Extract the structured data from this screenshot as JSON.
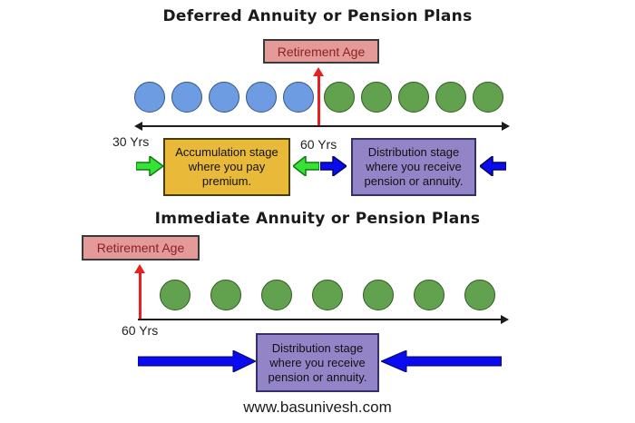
{
  "footer": {
    "website": "www.basunivesh.com"
  },
  "colors": {
    "retirement_box": "#e59a9a",
    "retirement_text": "#8b2222",
    "accumulation_box": "#e9b93a",
    "distribution_box": "#9384c8",
    "blue_circle": "#6d9ce3",
    "green_circle": "#62a24f",
    "green_arrow": "#35e235",
    "blue_arrow": "#0b0bef",
    "red_arrow": "#e81f1f",
    "timeline": "#1c1c1c"
  },
  "sections": [
    {
      "title": "Deferred Annuity or Pension Plans",
      "retirement_label": "Retirement Age",
      "start_age_label": "30 Yrs",
      "retirement_age_label": "60 Yrs",
      "circles": {
        "accumulation_count": 5,
        "distribution_count": 5
      },
      "accumulation_text": "Accumulation stage where you pay premium.",
      "distribution_text": "Distribution stage where you receive pension or annuity."
    },
    {
      "title": "Immediate Annuity or Pension Plans",
      "retirement_label": "Retirement Age",
      "retirement_age_label": "60 Yrs",
      "circles": {
        "distribution_count": 7
      },
      "distribution_text": "Distribution stage where you receive pension or annuity."
    }
  ]
}
